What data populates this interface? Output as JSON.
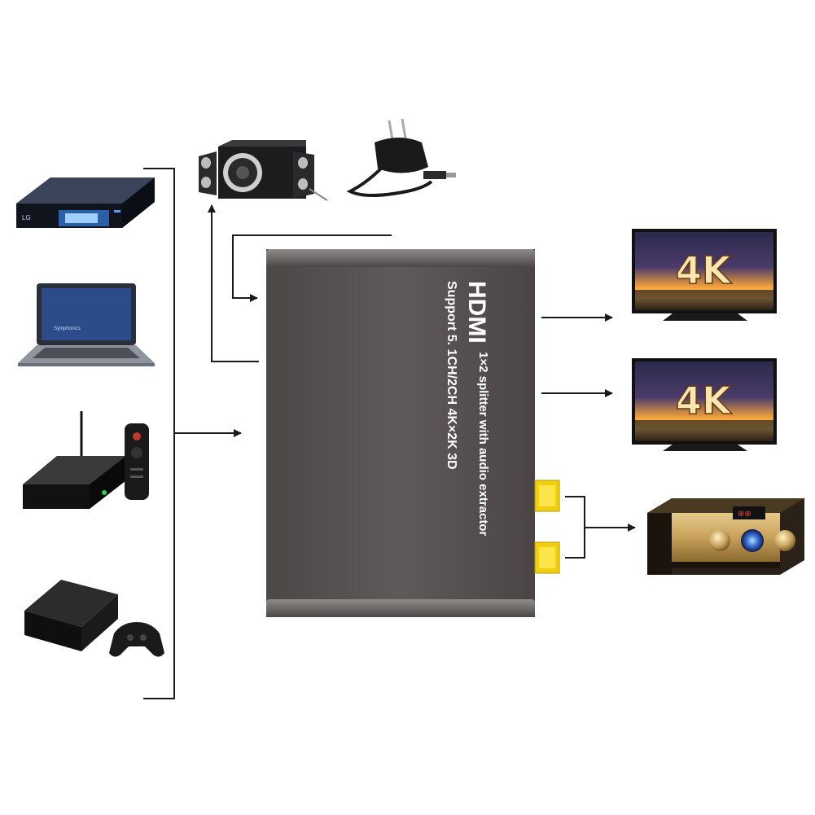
{
  "splitter": {
    "title": "HDMI",
    "line1": "1×2 splitter with audio extractor",
    "line2": "Support 5. 1CH/2CH 4K×2K 3D"
  },
  "displays": {
    "tv_top_label": "4K",
    "tv_bottom_label": "4K"
  },
  "source_devices": {
    "bluray_brand": "LG",
    "laptop_brand": "Symphonics"
  },
  "colors": {
    "splitter_body": "#5b5655",
    "rca_jack": "#f0cf0c",
    "amplifier_gold": "#c8a15a"
  }
}
